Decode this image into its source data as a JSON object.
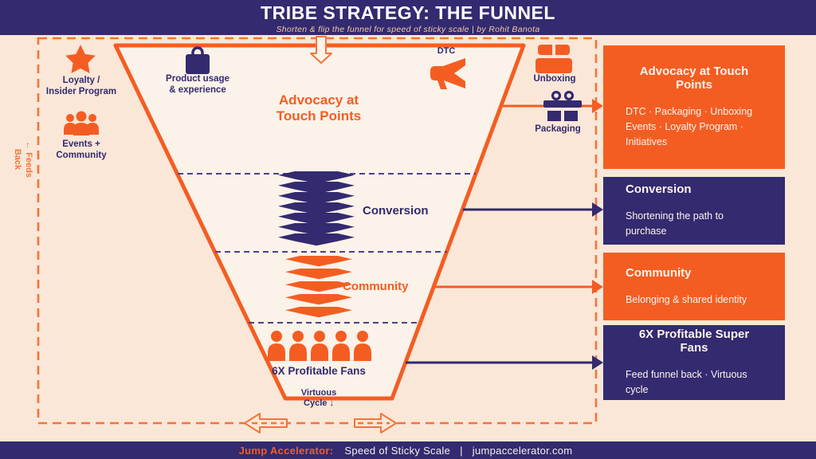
{
  "header": {
    "title": "TRIBE STRATEGY: THE FUNNEL",
    "subtitle": "Shorten & flip the funnel for speed of sticky scale  |  by Rohit Banota"
  },
  "left_column": {
    "loyalty_label": "Loyalty /\nInsider Program",
    "events_label": "Events +\nCommunity",
    "feeds_back_label": "← Feeds\nBack"
  },
  "funnel_labels": {
    "product": "Product usage\n& experience",
    "advocacy": "Advocacy at\nTouch Points",
    "conversion": "Conversion",
    "community": "Community",
    "fans": "6X Profitable Fans",
    "virtuous": "Virtuous\nCycle ↓"
  },
  "right_icons": {
    "dtc": "DTC",
    "unboxing": "Unboxing",
    "packaging": "Packaging"
  },
  "right_panel": [
    {
      "title": "Advocacy at Touch Points",
      "body": "DTC · Packaging · Unboxing Events · Loyalty Program · Initiatives",
      "style": "orange"
    },
    {
      "title": "Conversion",
      "body": "Shortening the path to purchase",
      "style": "navy"
    },
    {
      "title": "Community",
      "body": "Belonging & shared identity",
      "style": "orange"
    },
    {
      "title": "6X Profitable Super Fans",
      "body": "Feed funnel back · Virtuous cycle",
      "style": "navy"
    }
  ],
  "footer": {
    "brand": "Jump Accelerator:",
    "tagline": "Speed of  Sticky Scale",
    "separator": "|",
    "site": "jumpaccelerator.com"
  },
  "colors": {
    "orange": "#F45D22",
    "navy": "#332A70",
    "background": "#FAE7D8",
    "funnel_fill": "#FBF2E9"
  }
}
